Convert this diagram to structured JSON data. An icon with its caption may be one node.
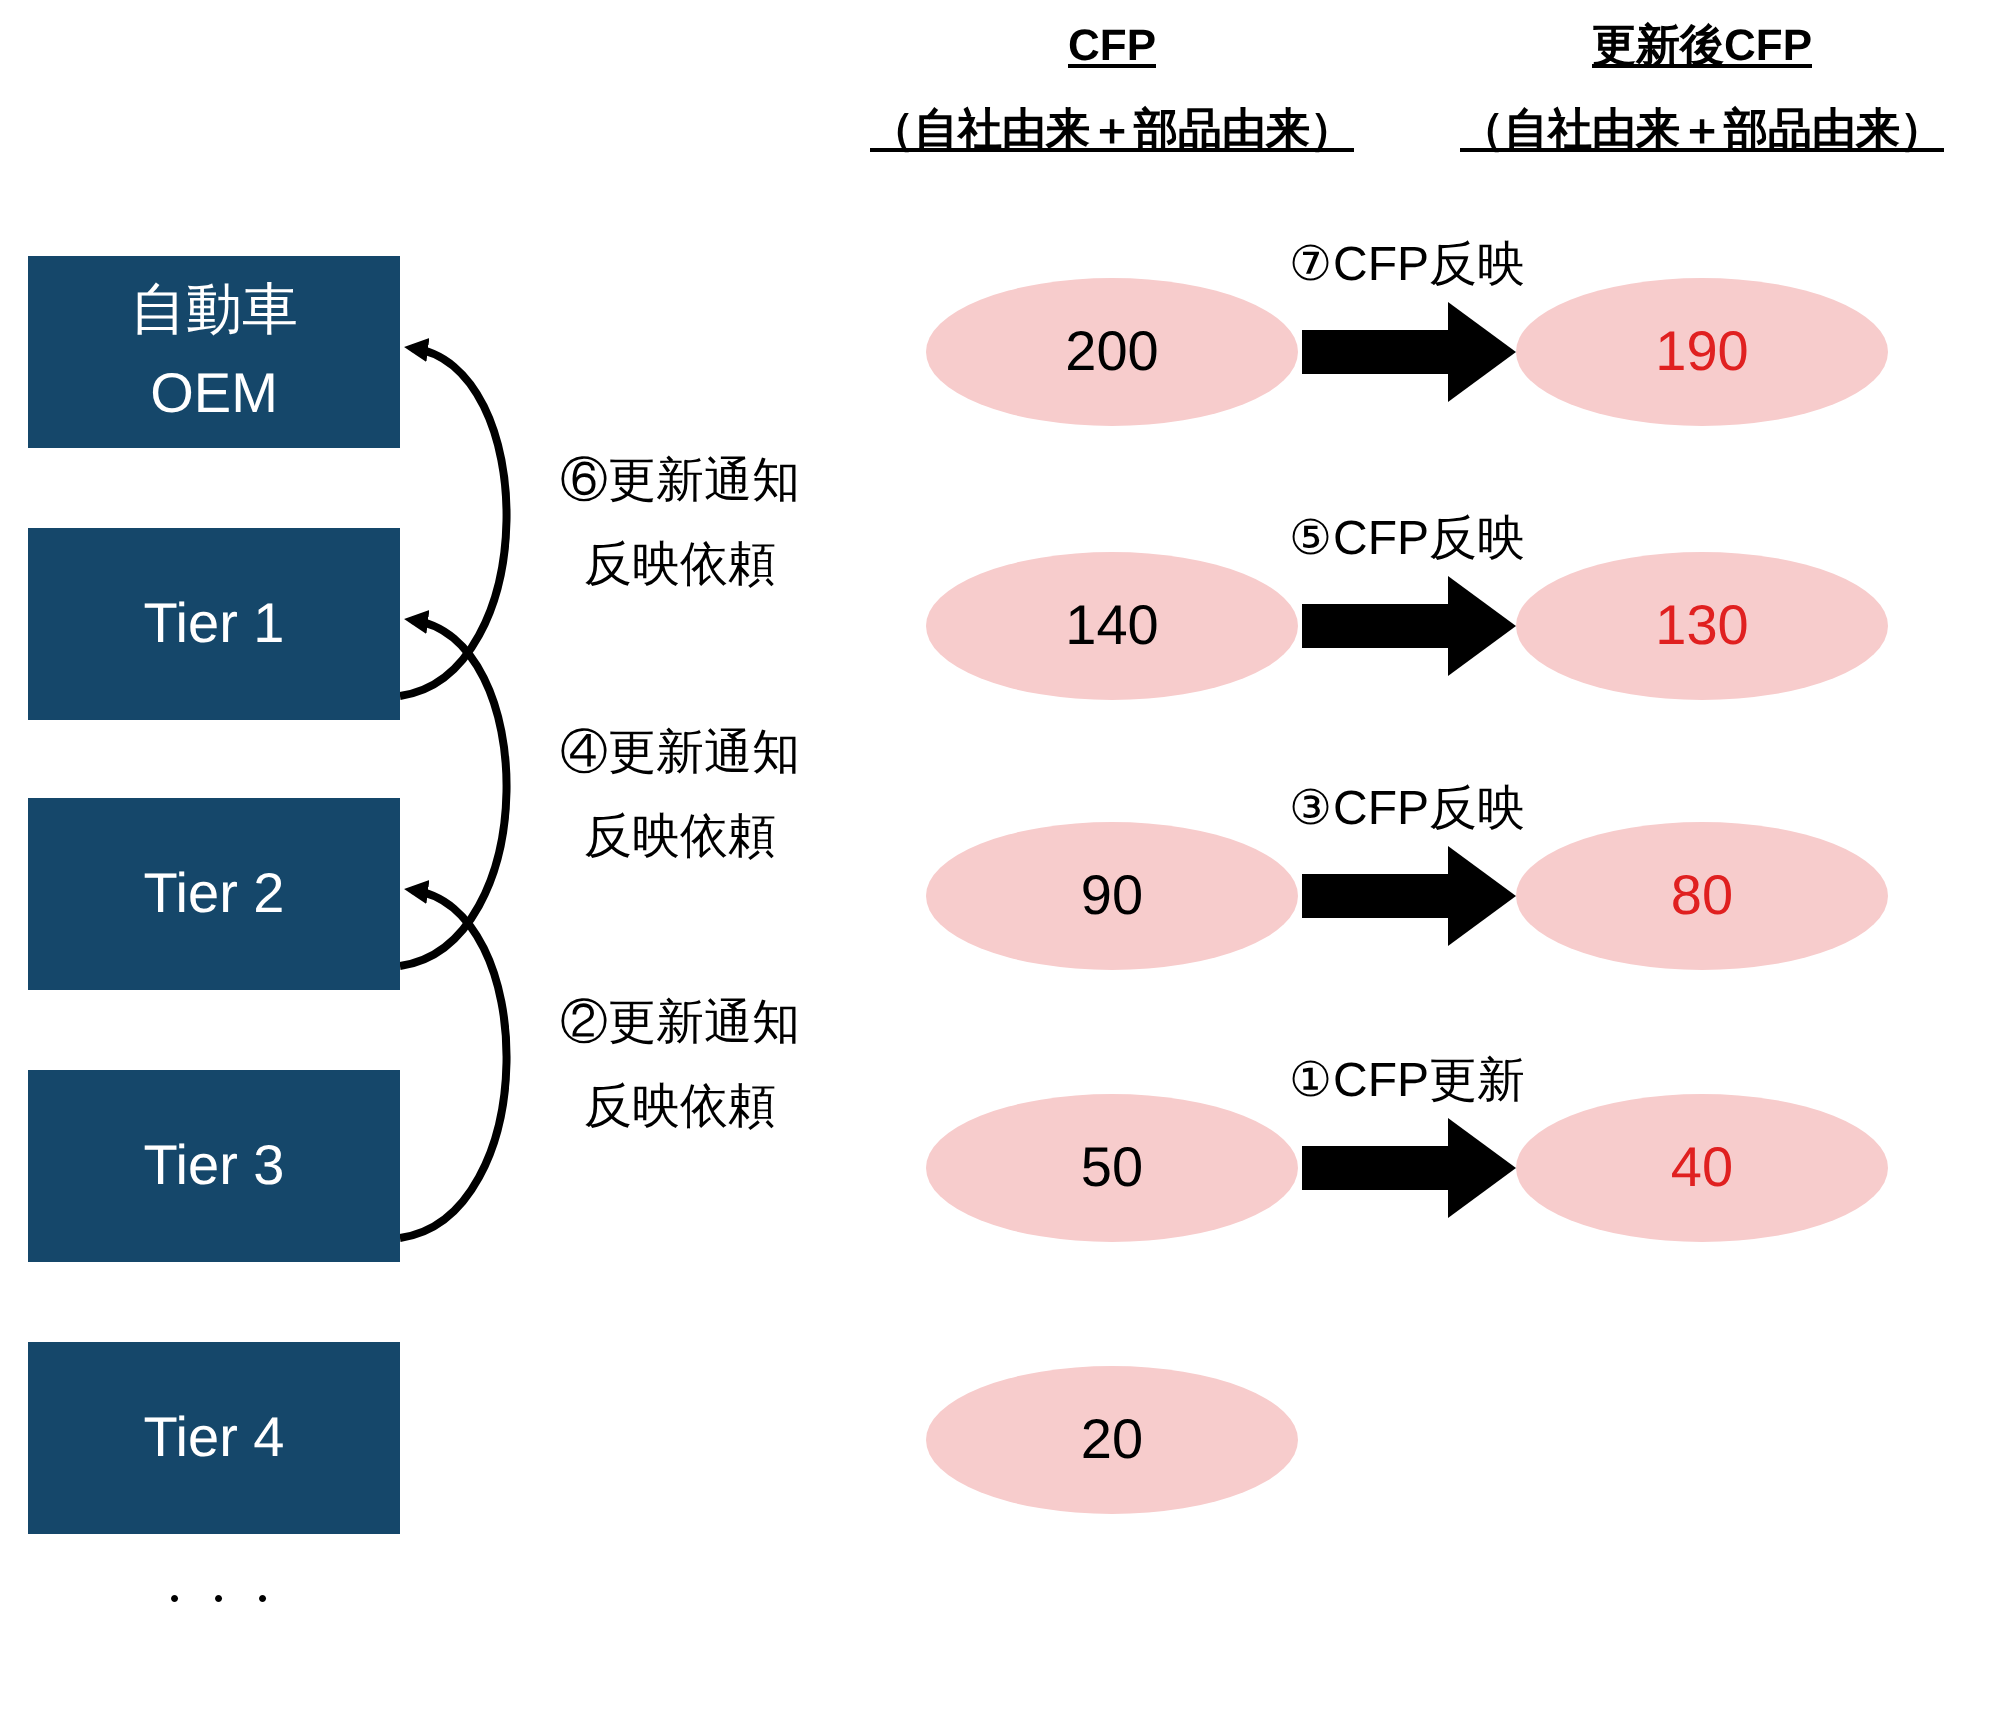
{
  "diagram": {
    "nodes": [
      {
        "text": [
          "自動車 OEM"
        ]
      },
      {
        "text": [
          "Tier 1"
        ]
      },
      {
        "text": [
          "Tier 2"
        ]
      },
      {
        "text": [
          "Tier 3"
        ]
      },
      {
        "text": [
          "Tier 4"
        ]
      },
      {
        "text": [
          "200"
        ]
      },
      {
        "text": [
          "190"
        ]
      },
      {
        "text": [
          "140"
        ]
      },
      {
        "text": [
          "130"
        ]
      },
      {
        "text": [
          "90"
        ]
      },
      {
        "text": [
          "80"
        ]
      },
      {
        "text": [
          "50"
        ]
      },
      {
        "text": [
          "40"
        ]
      },
      {
        "text": [
          "20"
        ]
      }
    ],
    "edges": [
      {
        "from": 1,
        "to": 0,
        "arrow": "to",
        "label": "⑥更新通知反映依頼"
      },
      {
        "from": 2,
        "to": 1,
        "arrow": "to",
        "label": "④更新通知反映依頼"
      },
      {
        "from": 3,
        "to": 2,
        "arrow": "to",
        "label": "②更新通知反映依頼"
      },
      {
        "from": 5,
        "to": 6,
        "arrow": "to",
        "label": "⑦CFP反映"
      },
      {
        "from": 7,
        "to": 8,
        "arrow": "to",
        "label": "⑤CFP反映"
      },
      {
        "from": 9,
        "to": 10,
        "arrow": "to",
        "label": "③CFP反映"
      },
      {
        "from": 11,
        "to": 12,
        "arrow": "to",
        "label": "①CFP更新"
      }
    ],
    "labels": [
      "CFP",
      "（自社由来＋部品由来）",
      "更新後CFP",
      "（自社由来＋部品由来）",
      "・・・"
    ]
  }
}
